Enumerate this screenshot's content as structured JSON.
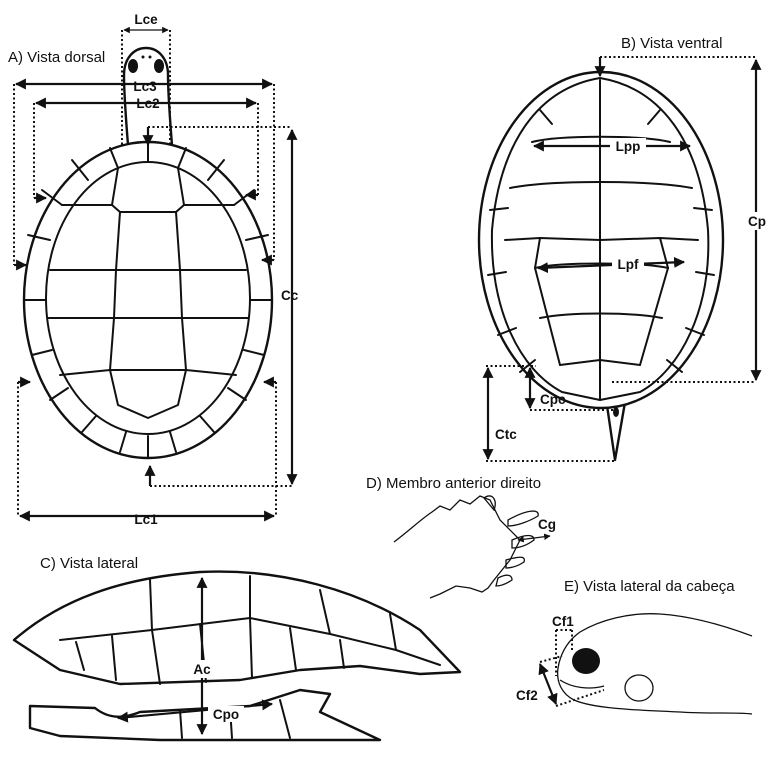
{
  "panels": {
    "dorsal": {
      "title": "A) Vista dorsal"
    },
    "ventral": {
      "title": "B) Vista ventral"
    },
    "lateral": {
      "title": "C) Vista lateral"
    },
    "membro": {
      "title": "D) Membro anterior direito"
    },
    "cabeca": {
      "title": "E) Vista lateral da cabeça"
    }
  },
  "measures": {
    "lce": "Lce",
    "lc3": "Lc3",
    "lc2": "Lc2",
    "cc": "Cc",
    "lc1": "Lc1",
    "lpp": "Lpp",
    "lpf": "Lpf",
    "cp": "Cp",
    "cpc": "Cpc",
    "ctc": "Ctc",
    "cg": "Cg",
    "ac": "Ac",
    "cpo": "Cpo",
    "cf1": "Cf1",
    "cf2": "Cf2"
  }
}
